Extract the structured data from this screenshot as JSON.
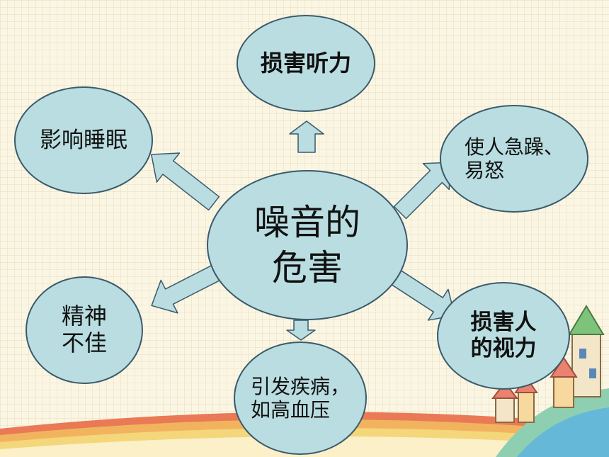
{
  "diagram": {
    "center": {
      "label": "噪音的\n危害"
    },
    "effects": {
      "top": {
        "label": "损害听力"
      },
      "upper_left": {
        "label": "影响睡眠"
      },
      "upper_right": {
        "label": "使人急躁、\n易怒"
      },
      "lower_left": {
        "label": "精神\n不佳"
      },
      "bottom": {
        "label": "引发疾病，\n如高血压"
      },
      "lower_right": {
        "label": "损害人\n的视力"
      }
    }
  },
  "colors": {
    "background": "#fbf6e4",
    "bubble_fill": "#b9dde0",
    "bubble_border": "#3b5a6b",
    "arrow_fill": "#b9dde0",
    "rainbow": [
      "#e97a55",
      "#f2b35f",
      "#f4d77a",
      "#8fcfb1",
      "#66b8d8"
    ]
  }
}
